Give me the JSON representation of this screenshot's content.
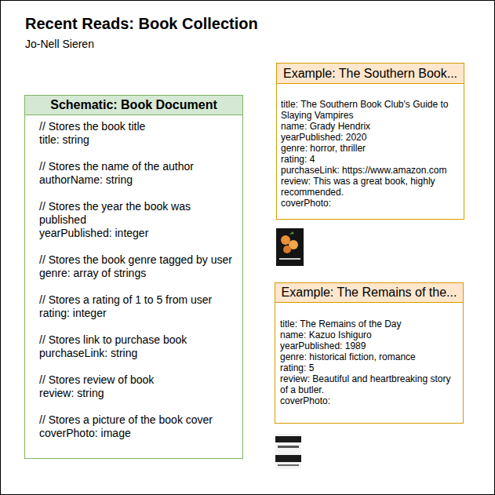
{
  "diagram": {
    "title": "Recent Reads: Book Collection",
    "nodes": [
      {
        "text": [
          "Schematic: Book Document",
          "// Stores the book title",
          "title: string",
          "// Stores the name of the author",
          "authorName: string",
          "// Stores the year the book was published",
          "yearPublished: integer",
          "// Stores the book genre tagged by user",
          "genre: array of strings",
          "// Stores a rating of 1 to 5 from user",
          "rating: integer",
          "// Stores link to purchase book",
          "purchaseLink: string",
          "// Stores review of book",
          "review: string",
          "// Stores a picture of the book cover",
          "coverPhoto: image"
        ]
      },
      {
        "text": [
          "Example: The Southern Book...",
          "title: The Southern Book Club's Guide to Slaying Vampires",
          "name: Grady Hendrix",
          "yearPublished: 2020",
          "genre: horror, thriller",
          "rating: 4",
          "purchaseLink: https://www.amazon.com",
          "review: This was a great book, highly recommended.",
          "coverPhoto:"
        ]
      },
      {
        "text": [
          "Example: The Remains of the...",
          "title: The Remains of the Day",
          "name: Kazuo Ishiguro",
          "yearPublished: 1989",
          "genre: historical fiction, romance",
          "rating: 5",
          "review: Beautiful and heartbreaking story of a butler.",
          "coverPhoto:"
        ]
      }
    ],
    "labels": [
      "Jo-Nell Sieren"
    ]
  }
}
